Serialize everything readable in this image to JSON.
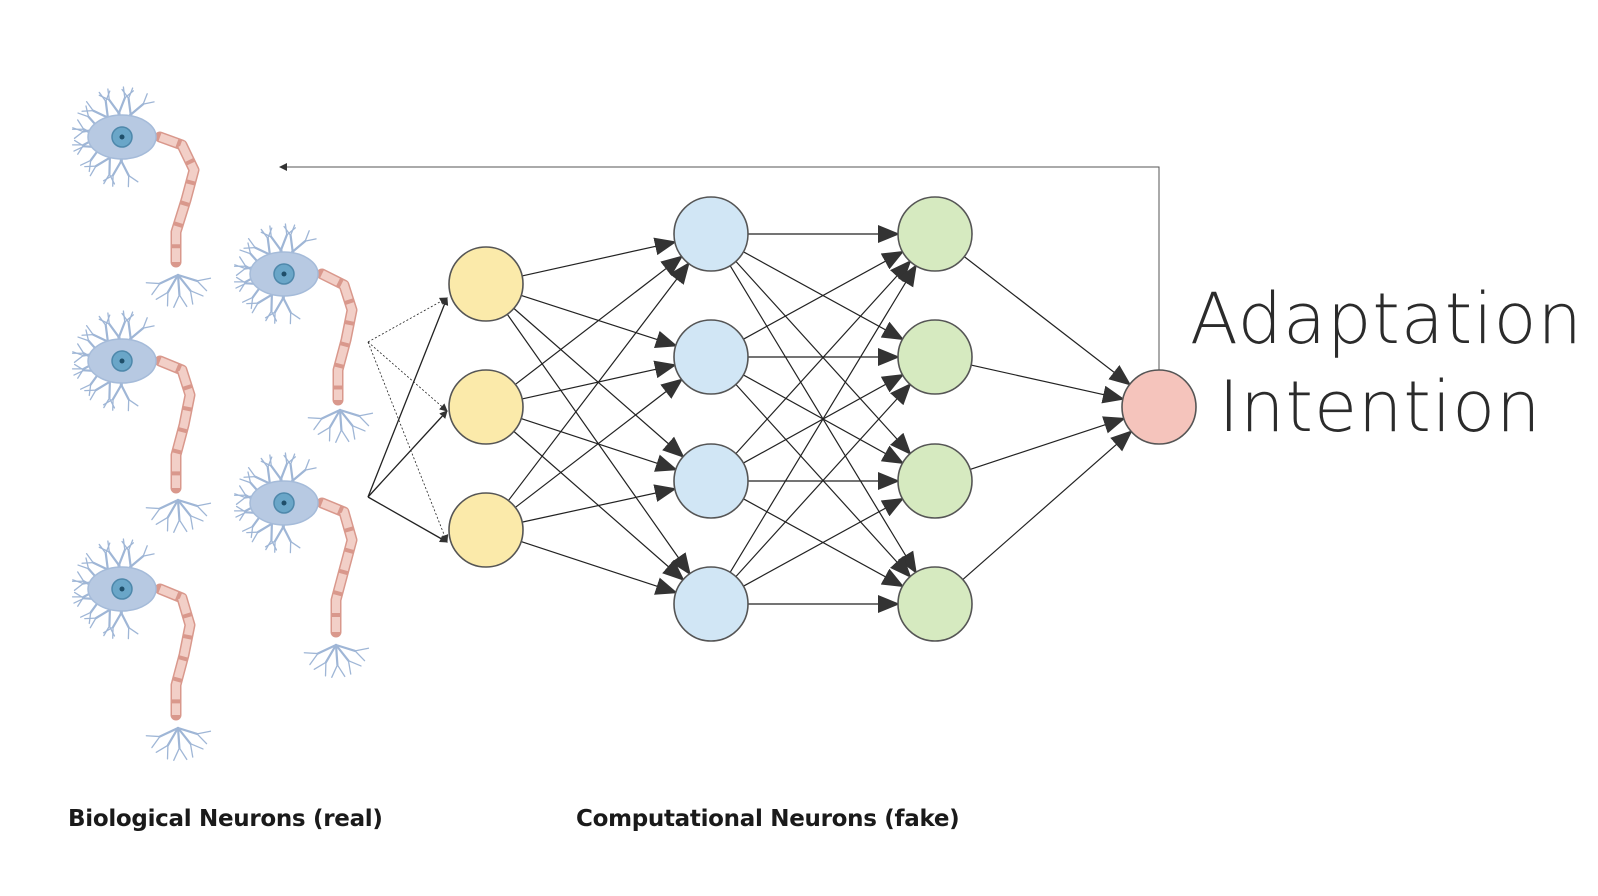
{
  "output_label": {
    "line1": "Adaptation",
    "line2": "Intention"
  },
  "captions": {
    "biological": "Biological Neurons (real)",
    "computational": "Computational Neurons (fake)"
  },
  "network": {
    "layer_sizes": [
      3,
      4,
      4,
      1
    ],
    "layer_colors": [
      "#fbeaaa",
      "#d1e6f5",
      "#d6eac0",
      "#f5c4bc"
    ],
    "node_stroke": "#555555",
    "edge_color": "#222222"
  },
  "neuron_colors": {
    "body": "#b7c9e2",
    "nucleus": "#6aa6c8",
    "axon_segment": "#f2cfc7",
    "axon_outline": "#d9988c"
  }
}
